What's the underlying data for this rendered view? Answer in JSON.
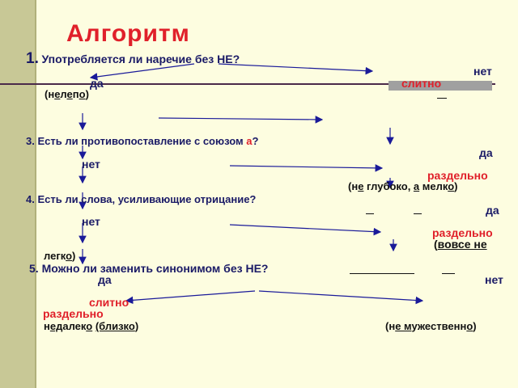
{
  "title": "Алгоритм",
  "q1": {
    "num": "1.",
    "text": "Употребляется ли наречие без НЕ?"
  },
  "q1_yes": "да",
  "q1_no": "нет",
  "q1_no_result": "слитно",
  "ex1": {
    "open": "(н",
    "u1": "е",
    "mid": "л",
    "u2": "е",
    "mid2": "п",
    "u3": "о",
    "close": ")"
  },
  "q3": {
    "text": "3. Есть ли противопоставление с союзом ",
    "conj": "а",
    "end": "?"
  },
  "q3_yes": "да",
  "q3_no": "нет",
  "q3_result": "раздельно",
  "ex3": {
    "p1": "(н",
    "u1": "е",
    "p2": " глубоко, ",
    "u2": "а",
    "p3": " мелк",
    "u3": "о",
    "p4": ")"
  },
  "q4": {
    "text": "4. Есть ли слова, усиливающие отрицание?"
  },
  "q4_yes": "да",
  "q4_no": "нет",
  "q4_result": "раздельно",
  "ex4": {
    "p1": "(",
    "u1": "вовсе не",
    "line2a": "легк",
    "u2": "о",
    "line2b": ")"
  },
  "q5": {
    "text": "5. Можно ли заменить синонимом без НЕ?"
  },
  "q5_yes": "да",
  "q5_no": "нет",
  "q5_yes_result": "слитно",
  "q5_no_result": "раздельно",
  "ex5a": {
    "p1": "н",
    "u1": "ед",
    "p2": "алек",
    "u2": "о",
    "p3": " ",
    "u3": "(близко",
    "p4": ")"
  },
  "ex5b": {
    "p1": "(н",
    "u1": "е м",
    "p2": "ужественн",
    "u2": "о",
    "p3": ")"
  }
}
